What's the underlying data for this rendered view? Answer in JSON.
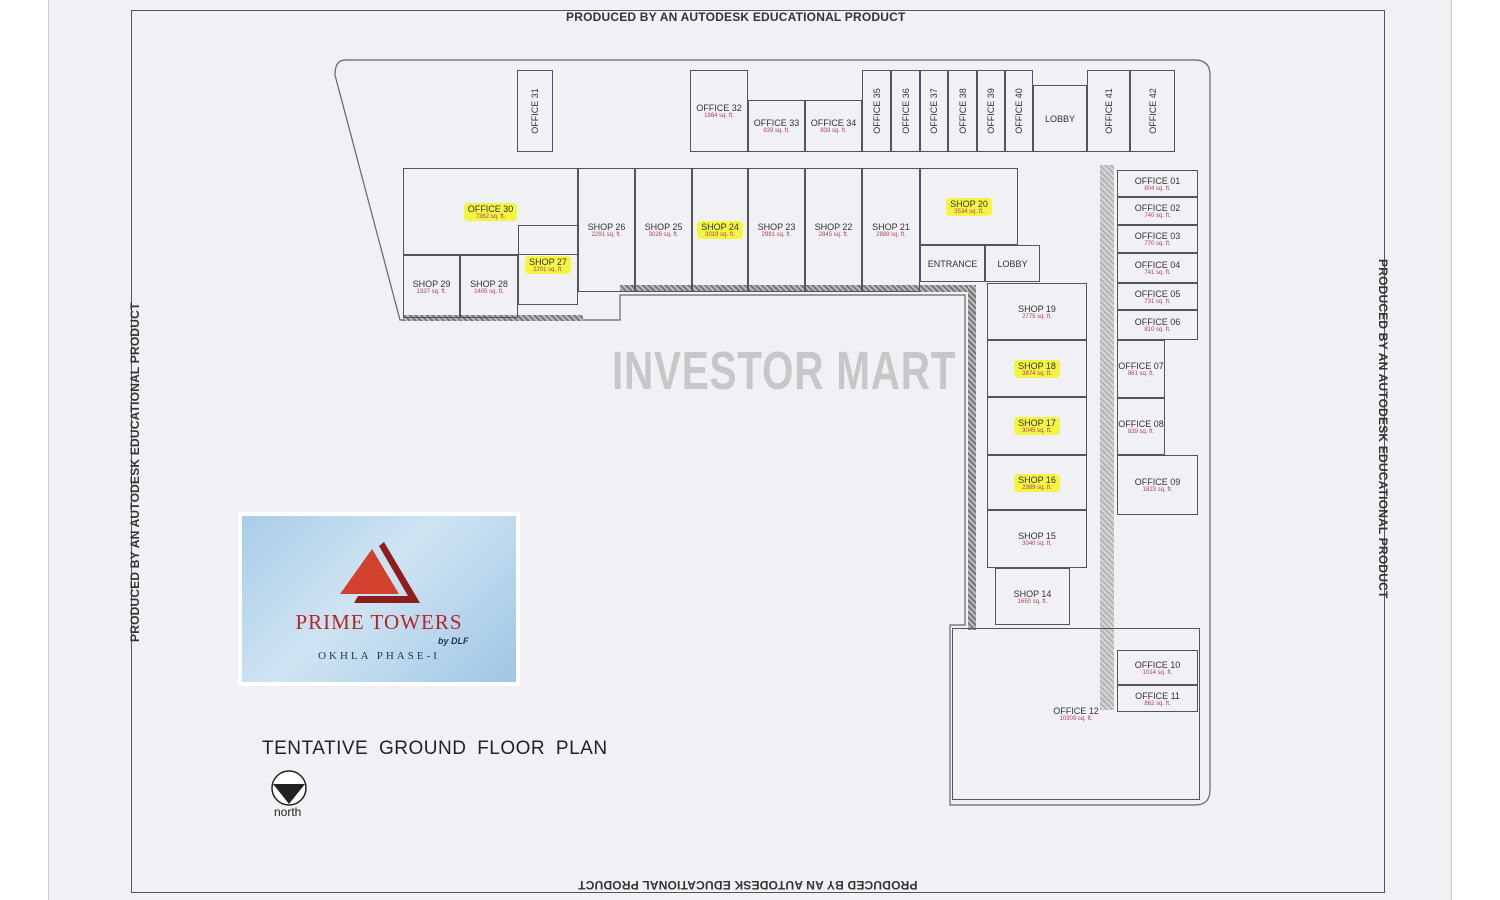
{
  "stamps": {
    "top": "PRODUCED BY AN AUTODESK EDUCATIONAL PRODUCT",
    "bottom": "PRODUCED BY AN AUTODESK EDUCATIONAL PRODUCT",
    "left": "PRODUCED BY AN AUTODESK EDUCATIONAL PRODUCT",
    "right": "PRODUCED BY AN AUTODESK EDUCATIONAL PRODUCT"
  },
  "watermark": "INVESTOR MART",
  "logo": {
    "title": "PRIME TOWERS",
    "by": "by DLF",
    "subtitle": "OKHLA PHASE-I",
    "colors": {
      "red": "#c9372c",
      "dark_red": "#8e1e1e",
      "blue": "#b7d6ee"
    }
  },
  "plan_title": "TENTATIVE GROUND FLOOR PLAN",
  "north_label": "north",
  "highlight_color": "#f3f542",
  "rooms": [
    {
      "id": "office-31",
      "label": "OFFICE 31",
      "area": "",
      "highlighted": false
    },
    {
      "id": "office-32",
      "label": "OFFICE 32",
      "area": "1864 sq. ft.",
      "highlighted": false
    },
    {
      "id": "office-33",
      "label": "OFFICE 33",
      "area": "839 sq. ft.",
      "highlighted": false
    },
    {
      "id": "office-34",
      "label": "OFFICE 34",
      "area": "839 sq. ft.",
      "highlighted": false
    },
    {
      "id": "office-35",
      "label": "OFFICE 35",
      "area": "",
      "highlighted": false
    },
    {
      "id": "office-36",
      "label": "OFFICE 36",
      "area": "",
      "highlighted": false
    },
    {
      "id": "office-37",
      "label": "OFFICE 37",
      "area": "",
      "highlighted": false
    },
    {
      "id": "office-38",
      "label": "OFFICE 38",
      "area": "",
      "highlighted": false
    },
    {
      "id": "office-39",
      "label": "OFFICE 39",
      "area": "",
      "highlighted": false
    },
    {
      "id": "office-40",
      "label": "OFFICE 40",
      "area": "",
      "highlighted": false
    },
    {
      "id": "lobby-top",
      "label": "LOBBY",
      "area": "",
      "highlighted": false
    },
    {
      "id": "office-41",
      "label": "OFFICE 41",
      "area": "",
      "highlighted": false
    },
    {
      "id": "office-42",
      "label": "OFFICE 42",
      "area": "",
      "highlighted": false
    },
    {
      "id": "office-30",
      "label": "OFFICE 30",
      "area": "7362 sq. ft.",
      "highlighted": true
    },
    {
      "id": "shop-27",
      "label": "SHOP 27",
      "area": "2201 sq. ft.",
      "highlighted": true
    },
    {
      "id": "shop-29",
      "label": "SHOP 29",
      "area": "1337 sq. ft.",
      "highlighted": false
    },
    {
      "id": "shop-28",
      "label": "SHOP 28",
      "area": "1405 sq. ft.",
      "highlighted": false
    },
    {
      "id": "shop-26",
      "label": "SHOP 26",
      "area": "2291 sq. ft.",
      "highlighted": false
    },
    {
      "id": "shop-25",
      "label": "SHOP 25",
      "area": "3026 sq. ft.",
      "highlighted": false
    },
    {
      "id": "shop-24",
      "label": "SHOP 24",
      "area": "3019 sq. ft.",
      "highlighted": true
    },
    {
      "id": "shop-23",
      "label": "SHOP 23",
      "area": "2981 sq. ft.",
      "highlighted": false
    },
    {
      "id": "shop-22",
      "label": "SHOP 22",
      "area": "2845 sq. ft.",
      "highlighted": false
    },
    {
      "id": "shop-21",
      "label": "SHOP 21",
      "area": "2889 sq. ft.",
      "highlighted": false
    },
    {
      "id": "shop-20",
      "label": "SHOP 20",
      "area": "3534 sq. ft.",
      "highlighted": true
    },
    {
      "id": "entrance",
      "label": "ENTRANCE",
      "area": "",
      "highlighted": false
    },
    {
      "id": "lobby-main",
      "label": "LOBBY",
      "area": "",
      "highlighted": false
    },
    {
      "id": "shop-19",
      "label": "SHOP 19",
      "area": "2775 sq. ft.",
      "highlighted": false
    },
    {
      "id": "shop-18",
      "label": "SHOP 18",
      "area": "3874 sq. ft.",
      "highlighted": true
    },
    {
      "id": "shop-17",
      "label": "SHOP 17",
      "area": "3045 sq. ft.",
      "highlighted": true
    },
    {
      "id": "shop-16",
      "label": "SHOP 16",
      "area": "2989 sq. ft.",
      "highlighted": true
    },
    {
      "id": "shop-15",
      "label": "SHOP 15",
      "area": "3040 sq. ft.",
      "highlighted": false
    },
    {
      "id": "shop-14",
      "label": "SHOP 14",
      "area": "1650 sq. ft.",
      "highlighted": false
    },
    {
      "id": "office-12",
      "label": "OFFICE 12",
      "area": "10309 sq. ft.",
      "highlighted": false
    },
    {
      "id": "office-01",
      "label": "OFFICE 01",
      "area": "804 sq. ft.",
      "highlighted": false
    },
    {
      "id": "office-02",
      "label": "OFFICE 02",
      "area": "740 sq. ft.",
      "highlighted": false
    },
    {
      "id": "office-03",
      "label": "OFFICE 03",
      "area": "770 sq. ft.",
      "highlighted": false
    },
    {
      "id": "office-04",
      "label": "OFFICE 04",
      "area": "741 sq. ft.",
      "highlighted": false
    },
    {
      "id": "office-05",
      "label": "OFFICE 05",
      "area": "731 sq. ft.",
      "highlighted": false
    },
    {
      "id": "office-06",
      "label": "OFFICE 06",
      "area": "810 sq. ft.",
      "highlighted": false
    },
    {
      "id": "office-07",
      "label": "OFFICE 07",
      "area": "861 sq. ft.",
      "highlighted": false
    },
    {
      "id": "office-08",
      "label": "OFFICE 08",
      "area": "839 sq. ft.",
      "highlighted": false
    },
    {
      "id": "office-09",
      "label": "OFFICE 09",
      "area": "1823 sq. ft.",
      "highlighted": false
    },
    {
      "id": "office-10",
      "label": "OFFICE 10",
      "area": "1014 sq. ft.",
      "highlighted": false
    },
    {
      "id": "office-11",
      "label": "OFFICE 11",
      "area": "862 sq. ft.",
      "highlighted": false
    }
  ]
}
